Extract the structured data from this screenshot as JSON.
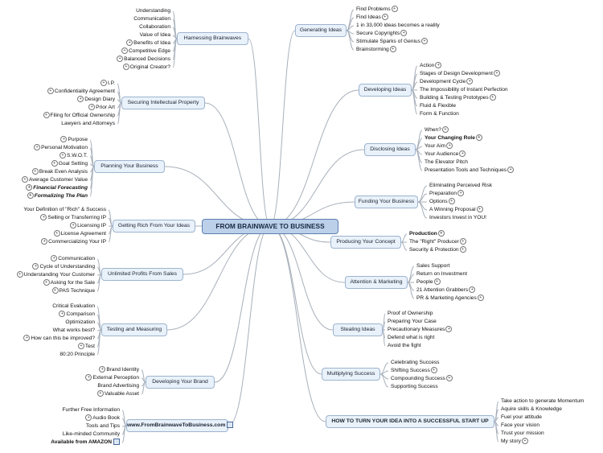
{
  "central": "FROM BRAINWAVE TO BUSINESS",
  "branches": [
    {
      "id": "harnessing",
      "label": "Harnessing Brainwaves",
      "side": "left",
      "leaves": [
        {
          "t": "Understanding"
        },
        {
          "t": "Communication"
        },
        {
          "t": "Collaboration"
        },
        {
          "t": "Value of Idea"
        },
        {
          "t": "Benefits of Idea",
          "e": 1
        },
        {
          "t": "Competitive Edge",
          "e": 1
        },
        {
          "t": "Balanced Decisions",
          "e": 1
        },
        {
          "t": "Original Creator?",
          "e": 1
        }
      ]
    },
    {
      "id": "securing",
      "label": "Securing Intellectual Property",
      "side": "left",
      "leaves": [
        {
          "t": "I.P.",
          "e": 1
        },
        {
          "t": "Confidentiality Agreement",
          "e": 1
        },
        {
          "t": "Design Diary",
          "e": 1
        },
        {
          "t": "Prior Art",
          "e": 1
        },
        {
          "t": "Filing for Official Ownership",
          "e": 1
        },
        {
          "t": "Lawyers and Attorneys"
        }
      ]
    },
    {
      "id": "planning",
      "label": "Planning Your Business",
      "side": "left",
      "leaves": [
        {
          "t": "Purpose",
          "e": 1
        },
        {
          "t": "Personal Motivation",
          "e": 1
        },
        {
          "t": "S.W.O.T.",
          "e": 1
        },
        {
          "t": "Goal Setting",
          "e": 1
        },
        {
          "t": "Break Even Analysis",
          "e": 1
        },
        {
          "t": "Average Customer Value",
          "e": 1
        },
        {
          "t": "Financial Forecasting",
          "e": 1,
          "s": "bi"
        },
        {
          "t": "Formalizing The Plan",
          "e": 1,
          "s": "bi"
        }
      ]
    },
    {
      "id": "rich",
      "label": "Getting Rich From Your Ideas",
      "side": "left",
      "leaves": [
        {
          "t": "Your Definition of \"Rich\" & Success"
        },
        {
          "t": "Selling or Transferring IP",
          "e": 1
        },
        {
          "t": "Licensing IP",
          "e": 1
        },
        {
          "t": "License Agreement",
          "e": 1
        },
        {
          "t": "Commercializing Your IP",
          "e": 1
        }
      ]
    },
    {
      "id": "profits",
      "label": "Unlimited Profits From Sales",
      "side": "left",
      "leaves": [
        {
          "t": "Communication",
          "e": 1
        },
        {
          "t": "Cycle of Understanding",
          "e": 1
        },
        {
          "t": "Understanding Your Customer",
          "e": 1
        },
        {
          "t": "Asking for the Sale",
          "e": 1
        },
        {
          "t": "PAS Technique",
          "e": 1
        }
      ]
    },
    {
      "id": "testing",
      "label": "Testing and Measuring",
      "side": "left",
      "leaves": [
        {
          "t": "Critical Evaluation"
        },
        {
          "t": "Comparison",
          "e": 1
        },
        {
          "t": "Optimization"
        },
        {
          "t": "What works best?"
        },
        {
          "t": "How can this be improved?",
          "e": 1
        },
        {
          "t": "Test",
          "e": 1
        },
        {
          "t": "80:20 Principle"
        }
      ]
    },
    {
      "id": "brand",
      "label": "Developing Your Brand",
      "side": "left",
      "leaves": [
        {
          "t": "Brand Identity",
          "e": 1
        },
        {
          "t": "External Perception",
          "e": 1
        },
        {
          "t": "Brand Advertising"
        },
        {
          "t": "Valuable Asset",
          "e": 1
        }
      ]
    },
    {
      "id": "website",
      "label": "www.FromBrainwaveToBusiness.com",
      "side": "left",
      "bold": 1,
      "note": 1,
      "leaves": [
        {
          "t": "Further Free Information"
        },
        {
          "t": "Audio Book",
          "e": 1
        },
        {
          "t": "Tools and Tips"
        },
        {
          "t": "Like-minded Community"
        },
        {
          "t": "Available from AMAZON",
          "s": "b",
          "note": 1
        }
      ]
    },
    {
      "id": "generating",
      "label": "Generating Ideas",
      "side": "right",
      "leaves": [
        {
          "t": "Find Problems",
          "e": 1
        },
        {
          "t": "Find Ideas",
          "e": 1
        },
        {
          "t": "1 in 33,000 ideas becomes a reality"
        },
        {
          "t": "Secure Copyrights",
          "e": 1
        },
        {
          "t": "Stimulate Sparks of Genius",
          "e": 1
        },
        {
          "t": "Brainstorming",
          "e": 1
        }
      ]
    },
    {
      "id": "developing",
      "label": "Developing Ideas",
      "side": "right",
      "leaves": [
        {
          "t": "Action",
          "e": 1
        },
        {
          "t": "Stages of Design Development",
          "e": 1
        },
        {
          "t": "Development Cycle",
          "e": 1
        },
        {
          "t": "The Impossibility of Instant Perfection"
        },
        {
          "t": "Building & Testing Prototypes",
          "e": 1
        },
        {
          "t": "Fluid & Flexible"
        },
        {
          "t": "Form & Function"
        }
      ]
    },
    {
      "id": "disclosing",
      "label": "Disclosing Ideas",
      "side": "right",
      "leaves": [
        {
          "t": "When?",
          "e": 1
        },
        {
          "t": "Your Changing Role",
          "e": 1,
          "s": "b"
        },
        {
          "t": "Your Aim",
          "e": 1
        },
        {
          "t": "Your Audience",
          "e": 1
        },
        {
          "t": "The Elevator Pitch"
        },
        {
          "t": "Presentation Tools and Techniques",
          "e": 1
        }
      ]
    },
    {
      "id": "funding",
      "label": "Funding Your Business",
      "side": "right",
      "leaves": [
        {
          "t": "Eliminating Perceived Risk"
        },
        {
          "t": "Preparation",
          "e": 1
        },
        {
          "t": "Options",
          "e": 1
        },
        {
          "t": "A Winning Proposal",
          "e": 1
        },
        {
          "t": "Investors Invest  in YOU!"
        }
      ]
    },
    {
      "id": "concept",
      "label": "Producing Your Concept",
      "side": "right",
      "leaves": [
        {
          "t": "Production",
          "e": 1,
          "s": "b"
        },
        {
          "t": "The \"Right\" Producer",
          "e": 1
        },
        {
          "t": "Security & Protection",
          "e": 1
        }
      ]
    },
    {
      "id": "marketing",
      "label": "Attention & Marketing",
      "side": "right",
      "leaves": [
        {
          "t": "Sales Support"
        },
        {
          "t": "Return on Investment"
        },
        {
          "t": "People",
          "e": 1
        },
        {
          "t": "21 Attention Grabbers",
          "e": 1
        },
        {
          "t": "PR & Marketing Agencies",
          "e": 1
        }
      ]
    },
    {
      "id": "stealing",
      "label": "Stealing Ideas",
      "side": "right",
      "leaves": [
        {
          "t": "Proof of Ownership"
        },
        {
          "t": "Preparing Your Case"
        },
        {
          "t": "Precautionary Measures",
          "e": 1
        },
        {
          "t": "Defend what is right"
        },
        {
          "t": "Avoid the fight"
        }
      ]
    },
    {
      "id": "multiplying",
      "label": "Multiplying Success",
      "side": "right",
      "leaves": [
        {
          "t": "Celebrating Success"
        },
        {
          "t": "Shifting Success",
          "e": 1
        },
        {
          "t": "Compounding Success",
          "e": 1
        },
        {
          "t": "Supporting Success"
        }
      ]
    },
    {
      "id": "startup",
      "label": "HOW TO TURN YOUR IDEA INTO A SUCCESSFUL START UP",
      "side": "right",
      "bold": 1,
      "leaves": [
        {
          "t": "Take action to generate Momentum"
        },
        {
          "t": "Aquire skills & Knowledge"
        },
        {
          "t": "Fuel your attitude"
        },
        {
          "t": "Face your vision"
        },
        {
          "t": "Trust your mission"
        },
        {
          "t": "My story",
          "e": 1
        }
      ]
    }
  ],
  "colors": {
    "node_fill": "#e9f1fa",
    "node_border": "#9db4cf",
    "central_fill": "#bcd0ea",
    "central_border": "#5c7fae",
    "line": "#a8b0ba"
  }
}
